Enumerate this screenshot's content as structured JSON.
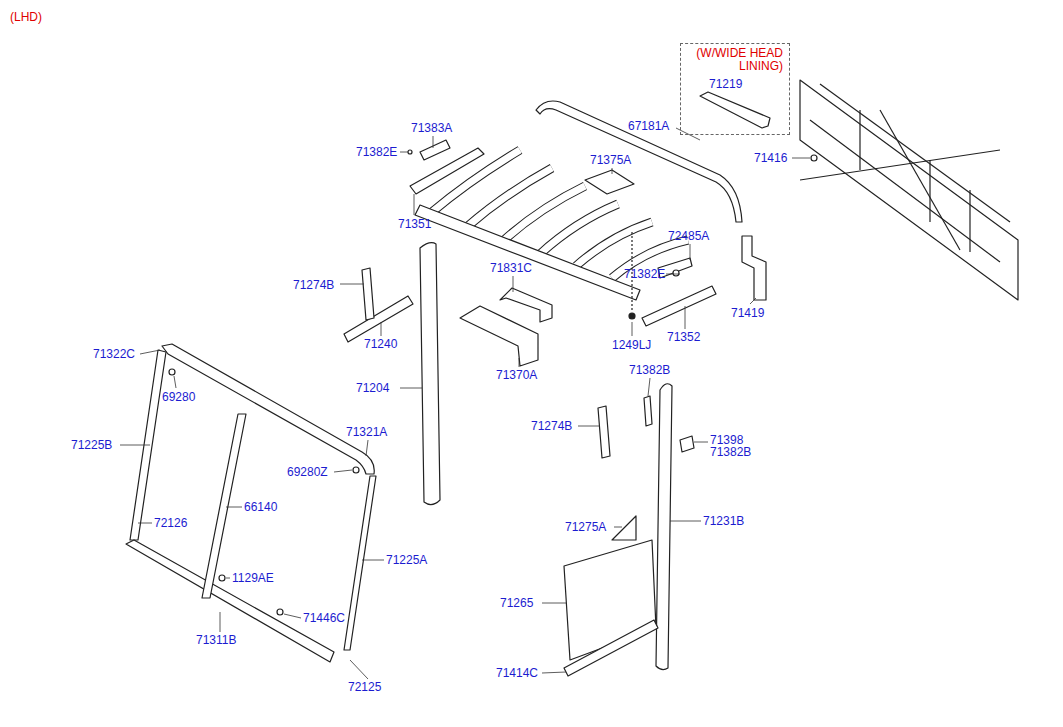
{
  "diagram": {
    "nodes": [
      {
        "text": [
          "(W/WIDE HEAD LINING)",
          "71219"
        ]
      }
    ],
    "labels": [
      "(LHD)",
      "67181A",
      "71383A",
      "71382E",
      "71375A",
      "71416",
      "71351",
      "72485A",
      "71831C",
      "71274B",
      "71382E",
      "71419",
      "71240",
      "71352",
      "71322C",
      "71370A",
      "1249LJ",
      "71382B",
      "69280",
      "71204",
      "71225B",
      "71321A",
      "71274B",
      "71398",
      "71382B",
      "69280Z",
      "66140",
      "72126",
      "71231B",
      "71275A",
      "71225A",
      "1129AE",
      "71265",
      "71446C",
      "71311B",
      "71414C",
      "72125"
    ]
  }
}
